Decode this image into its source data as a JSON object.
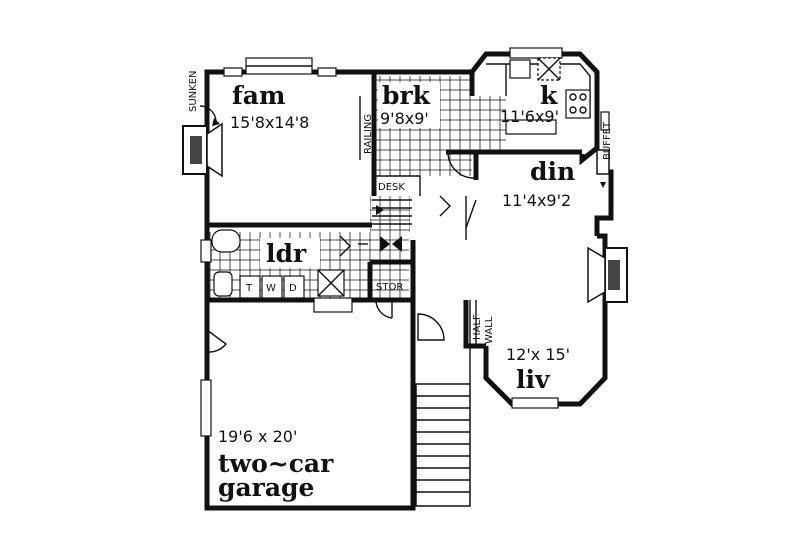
{
  "rooms": {
    "fam": {
      "name": "fam",
      "dim": "15'8x14'8"
    },
    "brk": {
      "name": "brk",
      "dim": "9'8x9'"
    },
    "k": {
      "name": "k",
      "dim": "11'6x9'"
    },
    "din": {
      "name": "din",
      "dim": "11'4x9'2"
    },
    "ldr": {
      "name": "ldr"
    },
    "liv": {
      "name": "liv",
      "dim": "12'x 15'"
    },
    "garage": {
      "name_line1": "two~car",
      "name_line2": "garage",
      "dim": "19'6 x 20'"
    }
  },
  "labels": {
    "sunken": "SUNKEN",
    "railing": "RAILING",
    "desk": "DESK",
    "buffet": "BUFFET",
    "stor": "STOR",
    "half_wall_1": "HALF",
    "half_wall_2": "WALL",
    "washer": "W",
    "dryer": "D",
    "tub": "T"
  }
}
